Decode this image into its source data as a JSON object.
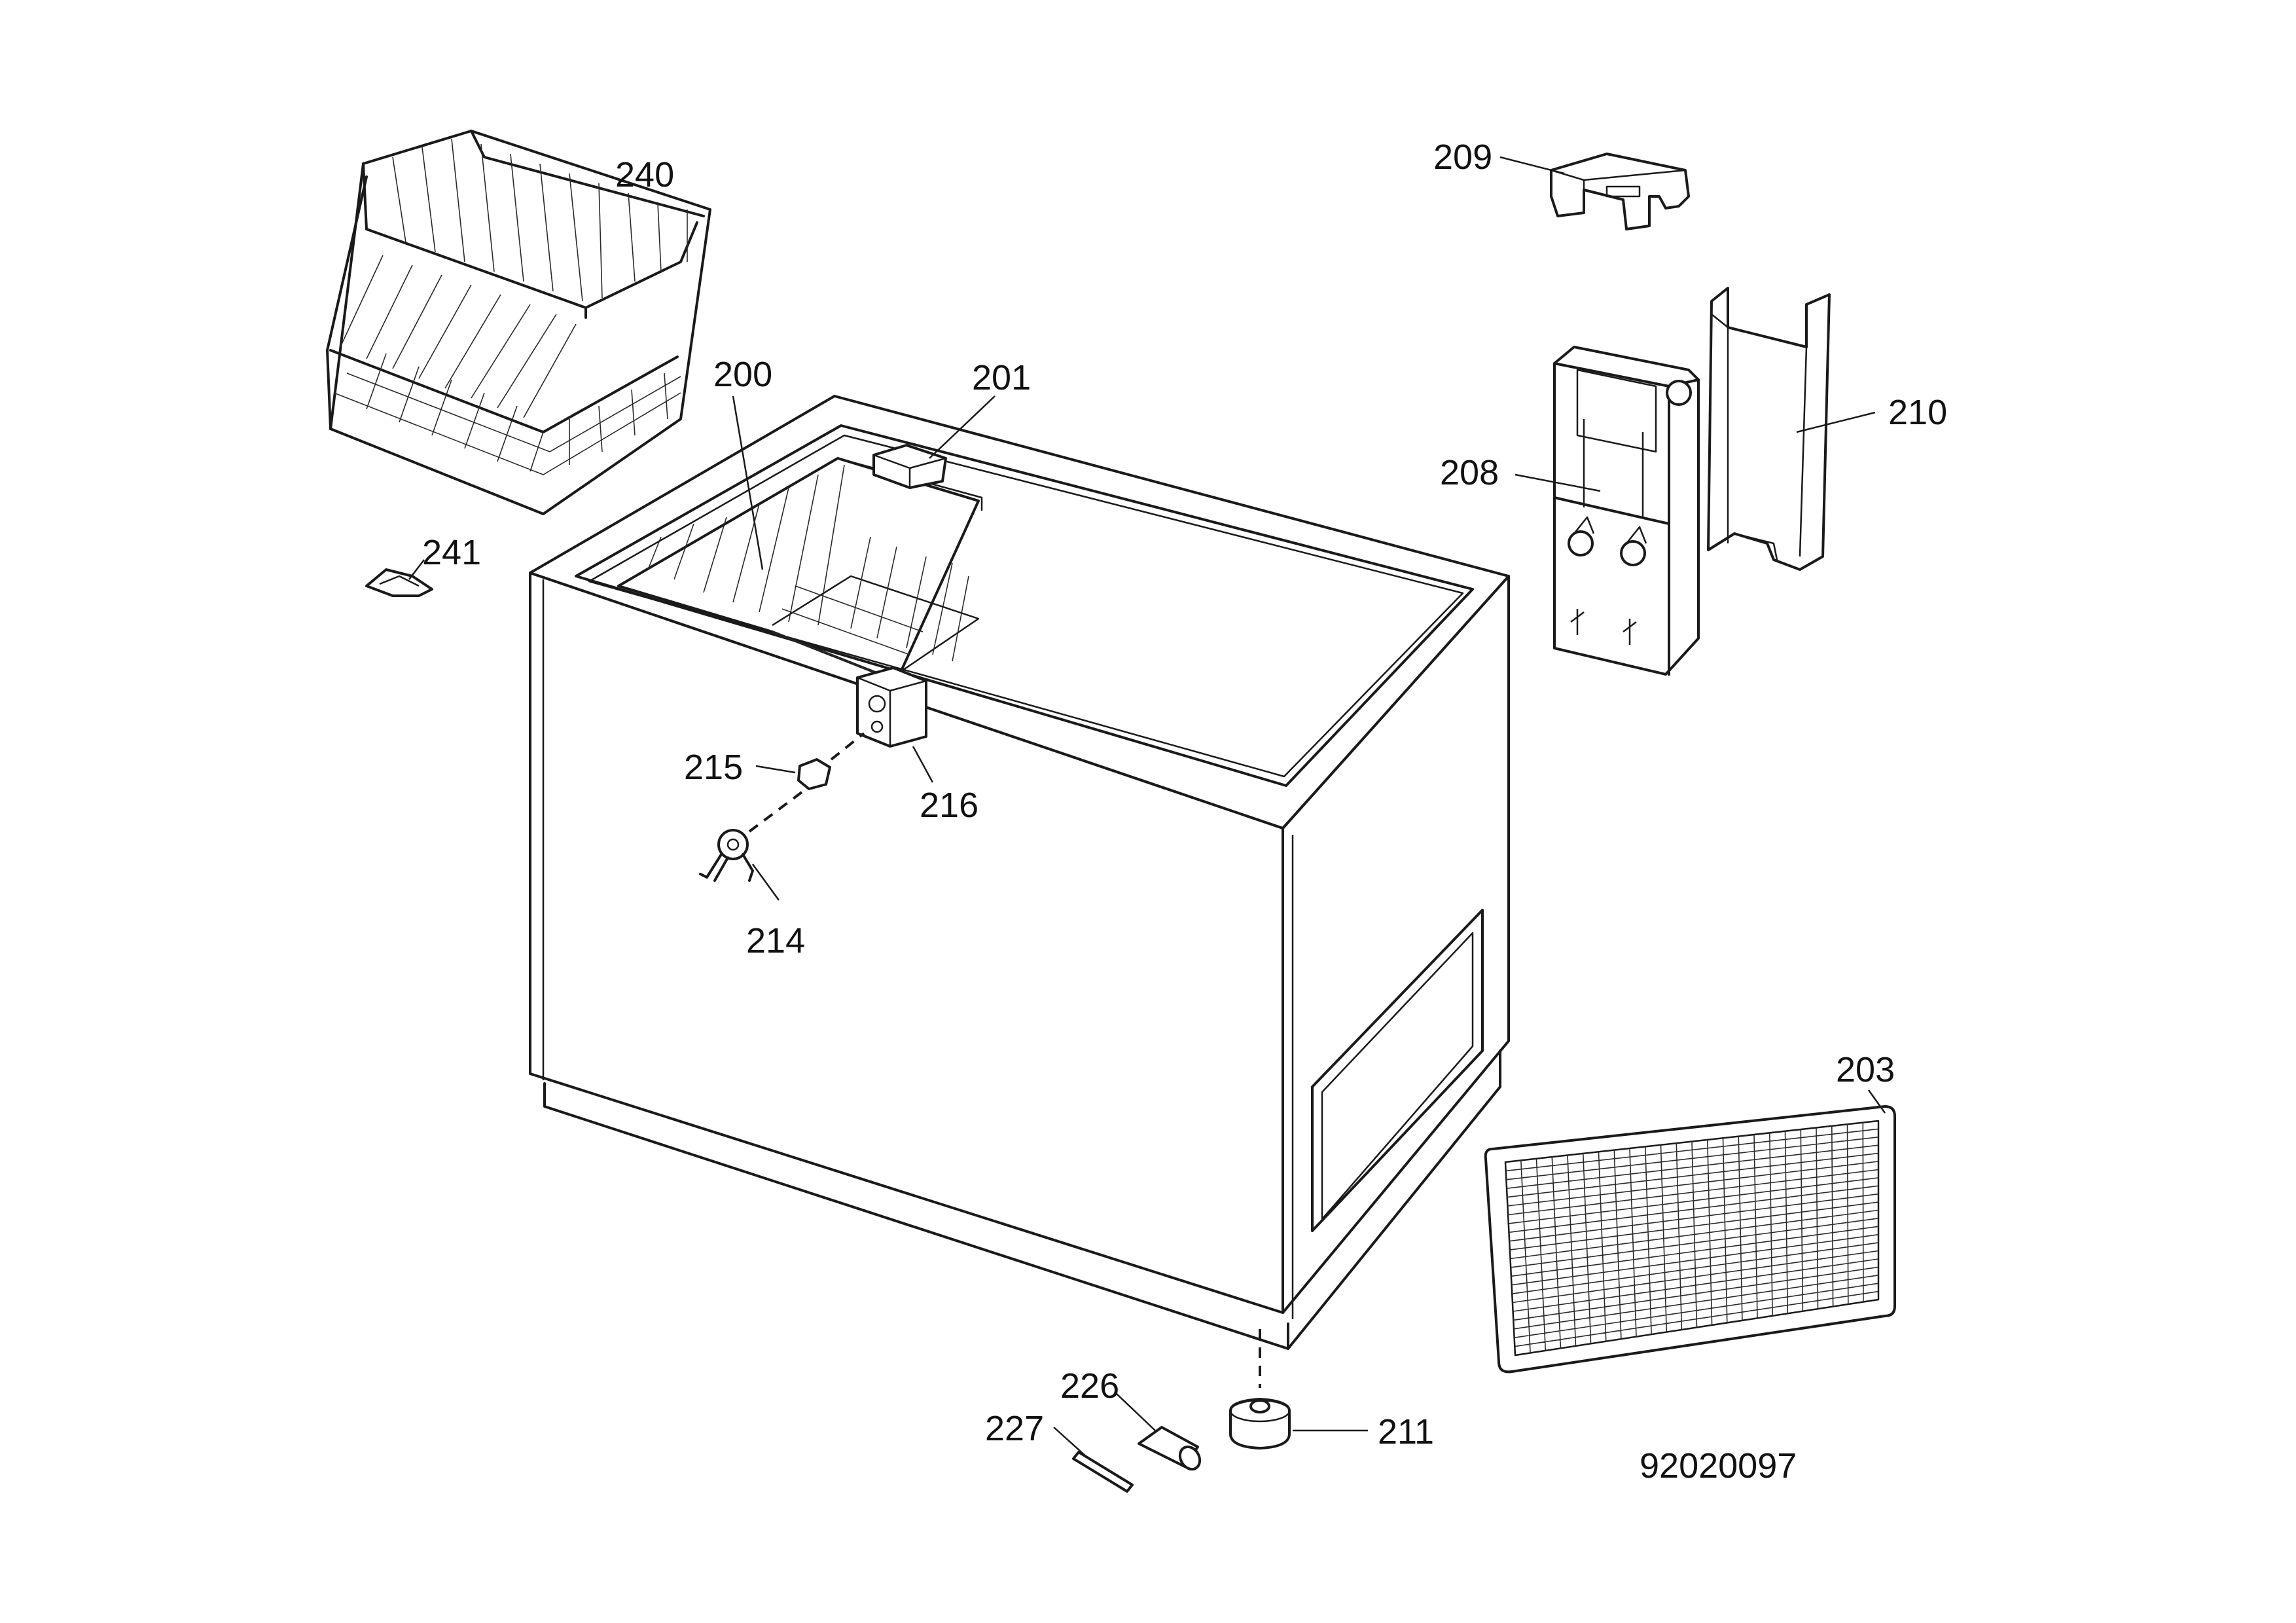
{
  "diagram": {
    "part_labels": {
      "p200": "200",
      "p201": "201",
      "p203": "203",
      "p208": "208",
      "p209": "209",
      "p210": "210",
      "p211": "211",
      "p214": "214",
      "p215": "215",
      "p216": "216",
      "p226": "226",
      "p227": "227",
      "p240": "240",
      "p241": "241"
    },
    "drawing_number": "92020097"
  }
}
